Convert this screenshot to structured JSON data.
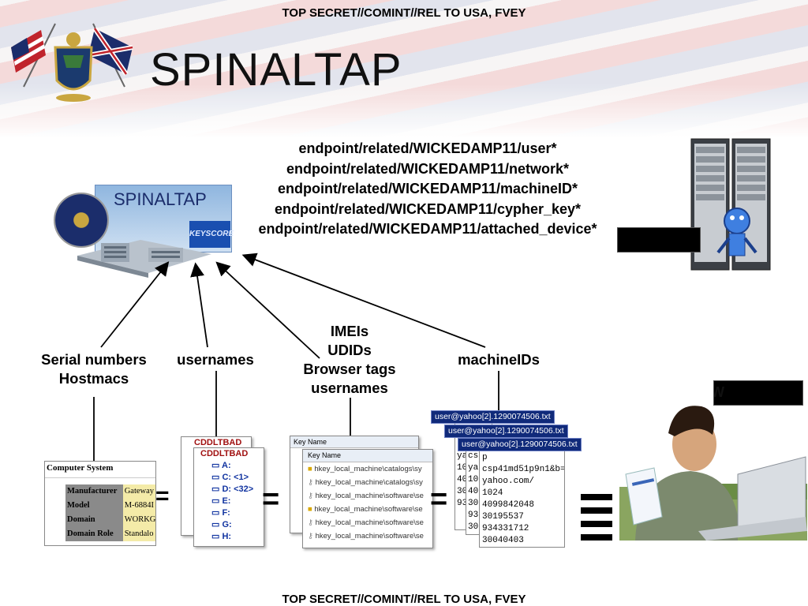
{
  "classification": {
    "top": "TOP SECRET//COMINT//REL TO USA, FVEY",
    "bottom": "TOP SECRET//COMINT//REL TO USA, FVEY"
  },
  "title": "SPINALTAP",
  "logo_label": "SPINALTAP",
  "keyscore_text": "KEYSCORE",
  "endpoints": [
    "endpoint/related/WICKEDAMP11/user*",
    "endpoint/related/WICKEDAMP11/network*",
    "endpoint/related/WICKEDAMP11/machineID*",
    "endpoint/related/WICKEDAMP11/cypher_key*",
    "endpoint/related/WICKEDAMP11/attached_device*"
  ],
  "sources": {
    "serial": [
      "Serial numbers",
      "Hostmacs"
    ],
    "usernames": "usernames",
    "ids": [
      "IMEIs",
      "UDIDs",
      "Browser tags",
      "usernames"
    ],
    "machineids": "machineIDs"
  },
  "computer_system": {
    "header": "Computer System",
    "rows": [
      {
        "key": "Manufacturer",
        "value": "Gateway"
      },
      {
        "key": "Model",
        "value": "M-6884I"
      },
      {
        "key": "Domain",
        "value": "WORKG"
      },
      {
        "key": "Domain Role",
        "value": "Standalo"
      }
    ]
  },
  "drives": {
    "header_back": "CDDLTBAD",
    "header_front": "CDDLTBAD",
    "items": [
      "A:",
      "C: <1>",
      "D: <32>",
      "E:",
      "F:",
      "G:",
      "H:"
    ]
  },
  "registry": {
    "column_back": "Key Name",
    "column_front": "Key Name",
    "rows": [
      "hkey_local_machine\\catalogs\\sy",
      "hkey_local_machine\\catalogs\\sy",
      "hkey_local_machine\\software\\se",
      "hkey_local_machine\\software\\se",
      "hkey_local_machine\\software\\se",
      "hkey_local_machine\\software\\se"
    ]
  },
  "cookies": {
    "tabs": [
      "user@yahoo[2].1290074506.txt",
      "user@yahoo[2].1290074506.txt",
      "user@yahoo[2].1290074506.txt"
    ],
    "back_peek": [
      "ya",
      "cs",
      "10",
      "40",
      "30",
      "93",
      "30"
    ],
    "front_lines": [
      "p",
      "csp41md51p9n1&b=",
      "yahoo.com/",
      "1024",
      "4099842048",
      "30195537",
      "934331712",
      "30040403"
    ]
  },
  "redacted_label": "W",
  "equals_symbols": [
    "=",
    "=",
    "=",
    "="
  ],
  "colors": {
    "accent_blue": "#102a7a",
    "redaction": "#000000",
    "keyscore_blue": "#1a4fb0"
  }
}
